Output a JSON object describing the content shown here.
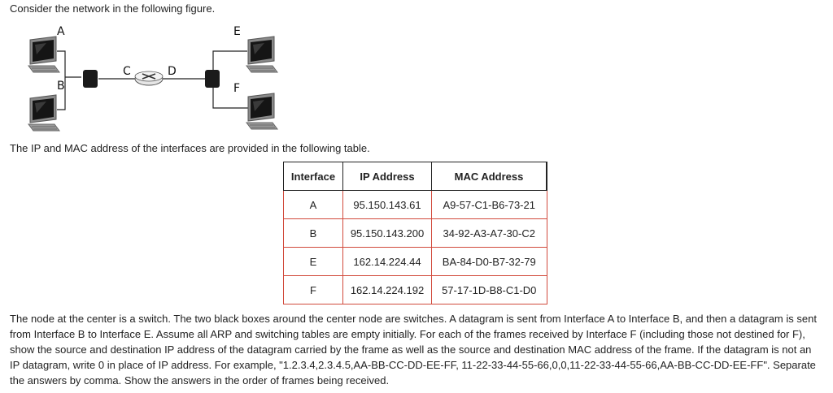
{
  "intro": "Consider the network in the following figure.",
  "figure": {
    "labels": {
      "A": "A",
      "B": "B",
      "C": "C",
      "D": "D",
      "E": "E",
      "F": "F"
    },
    "icons": [
      "computer-icon",
      "switch-icon",
      "router-icon"
    ]
  },
  "table_caption": "The IP and MAC address of the interfaces are provided in the following table.",
  "table": {
    "headers": [
      "Interface",
      "IP Address",
      "MAC Address"
    ],
    "rows": [
      [
        "A",
        "95.150.143.61",
        "A9-57-C1-B6-73-21"
      ],
      [
        "B",
        "95.150.143.200",
        "34-92-A3-A7-30-C2"
      ],
      [
        "E",
        "162.14.224.44",
        "BA-84-D0-B7-32-79"
      ],
      [
        "F",
        "162.14.224.192",
        "57-17-1D-B8-C1-D0"
      ]
    ]
  },
  "question": "The node at the center is a switch. The two black boxes around the center node are switches. A datagram is sent from Interface A to Interface B, and then a datagram is sent from Interface B to Interface E. Assume all ARP and switching tables are empty initially. For each of the frames received by Interface F (including those not destined for F), show the source and destination IP address of the datagram carried by the frame as well as the source and destination MAC address of the frame. If the datagram is not an IP datagram, write 0 in place of IP address. For example, \"1.2.3.4,2.3.4.5,AA-BB-CC-DD-EE-FF, 11-22-33-44-55-66,0,0,11-22-33-44-55-66,AA-BB-CC-DD-EE-FF\". Separate the answers by comma. Show the answers in the order of frames being received.",
  "colors": {
    "table_border": "#d14a3c",
    "header_border": "#222222",
    "router_fill": "#e6e6e6",
    "switch_fill": "#1a1a1a"
  }
}
